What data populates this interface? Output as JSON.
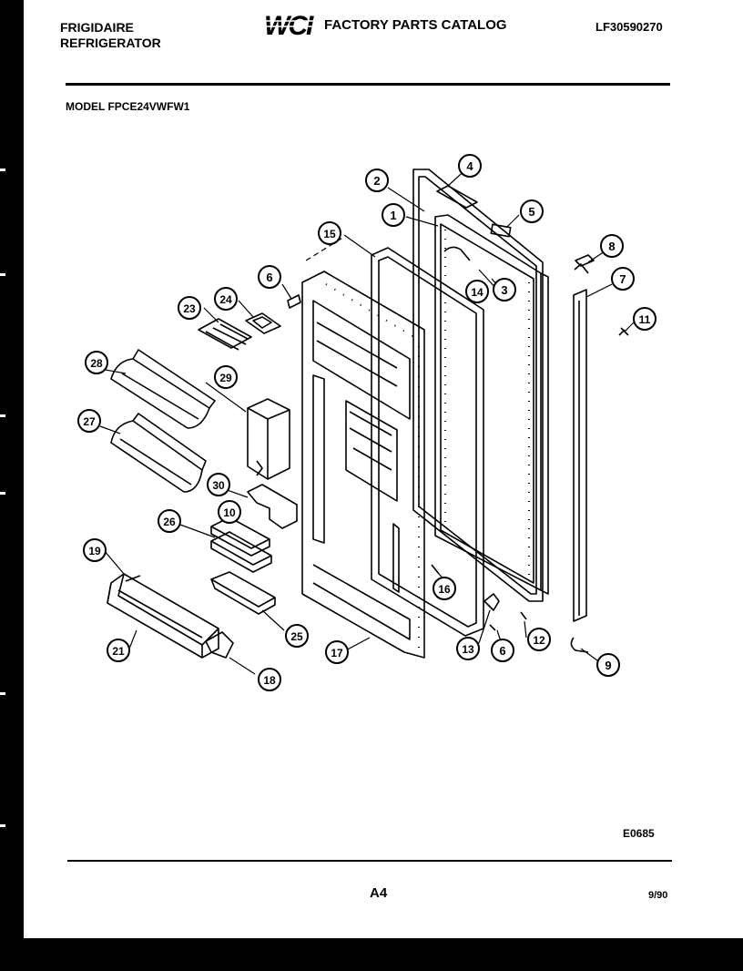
{
  "header": {
    "brand_line1": "FRIGIDAIRE",
    "brand_line2": "REFRIGERATOR",
    "logo_text": "WCI",
    "catalog_title": "FACTORY PARTS CATALOG",
    "catalog_number": "LF30590270"
  },
  "model_label": "MODEL FPCE24VWFW1",
  "callouts": [
    {
      "label": "1"
    },
    {
      "label": "2"
    },
    {
      "label": "3"
    },
    {
      "label": "4"
    },
    {
      "label": "5"
    },
    {
      "label": "6"
    },
    {
      "label": "6"
    },
    {
      "label": "7"
    },
    {
      "label": "8"
    },
    {
      "label": "9"
    },
    {
      "label": "10"
    },
    {
      "label": "11"
    },
    {
      "label": "12"
    },
    {
      "label": "13"
    },
    {
      "label": "14"
    },
    {
      "label": "15"
    },
    {
      "label": "16"
    },
    {
      "label": "17"
    },
    {
      "label": "18"
    },
    {
      "label": "19"
    },
    {
      "label": "21"
    },
    {
      "label": "23"
    },
    {
      "label": "24"
    },
    {
      "label": "25"
    },
    {
      "label": "26"
    },
    {
      "label": "27"
    },
    {
      "label": "28"
    },
    {
      "label": "29"
    },
    {
      "label": "30"
    }
  ],
  "footer": {
    "diagram_code": "E0685",
    "page_number": "A4",
    "date": "9/90"
  }
}
